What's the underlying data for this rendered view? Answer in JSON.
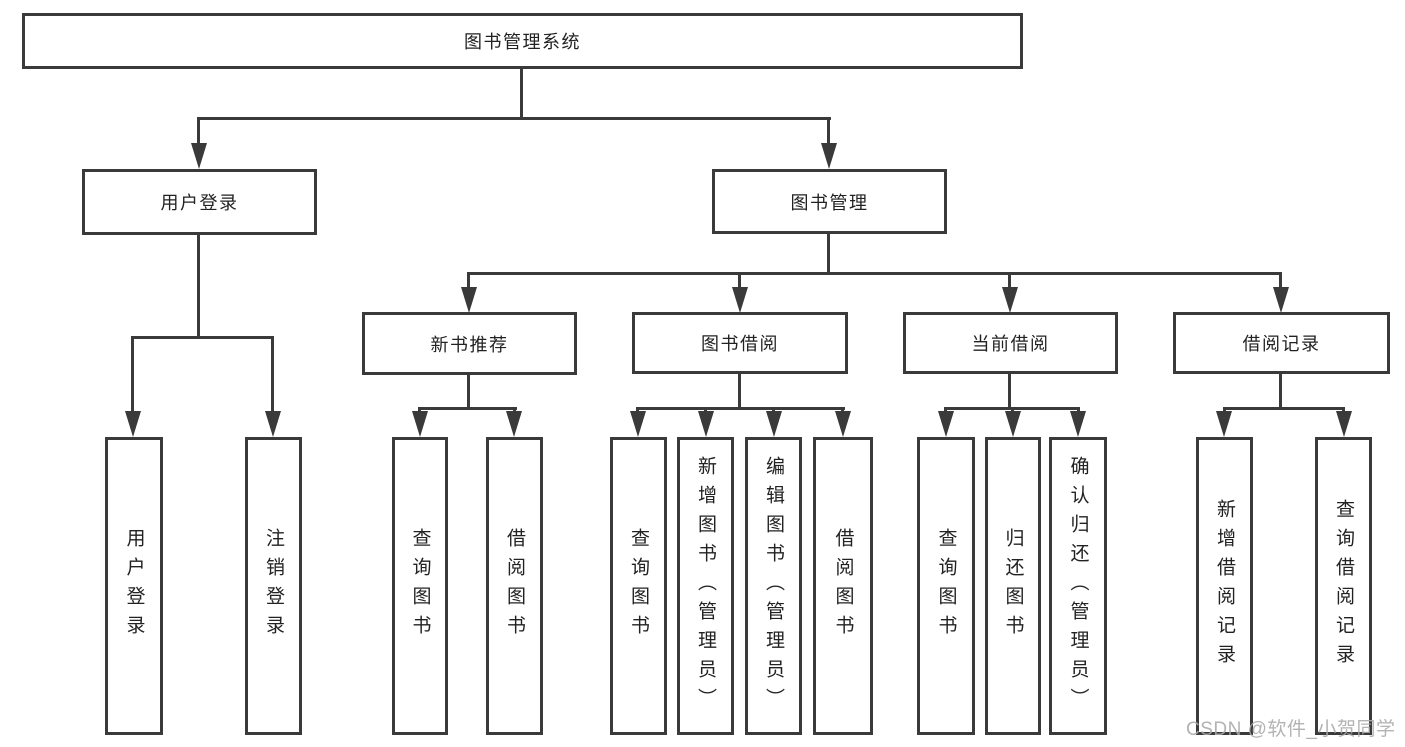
{
  "nodes": {
    "root": {
      "label": "图书管理系统"
    },
    "level2": [
      {
        "label": "用户登录"
      },
      {
        "label": "图书管理"
      }
    ],
    "level3": [
      {
        "label": "新书推荐"
      },
      {
        "label": "图书借阅"
      },
      {
        "label": "当前借阅"
      },
      {
        "label": "借阅记录"
      }
    ],
    "leaves": {
      "user_login": [
        {
          "label": "用户登录"
        },
        {
          "label": "注销登录"
        }
      ],
      "new_book": [
        {
          "label": "查询图书"
        },
        {
          "label": "借阅图书"
        }
      ],
      "book_borrow": [
        {
          "label": "查询图书"
        },
        {
          "label": "新增图书（管理员）"
        },
        {
          "label": "编辑图书（管理员）"
        },
        {
          "label": "借阅图书"
        }
      ],
      "current_borrow": [
        {
          "label": "查询图书"
        },
        {
          "label": "归还图书"
        },
        {
          "label": "确认归还（管理员）"
        }
      ],
      "borrow_record": [
        {
          "label": "新增借阅记录"
        },
        {
          "label": "查询借阅记录"
        }
      ]
    }
  },
  "watermark": {
    "text": "CSDN @软件_小贺同学"
  },
  "colors": {
    "line": "#3a3a3a",
    "text": "#222222",
    "watermark": "#ababab",
    "background": "#ffffff"
  }
}
